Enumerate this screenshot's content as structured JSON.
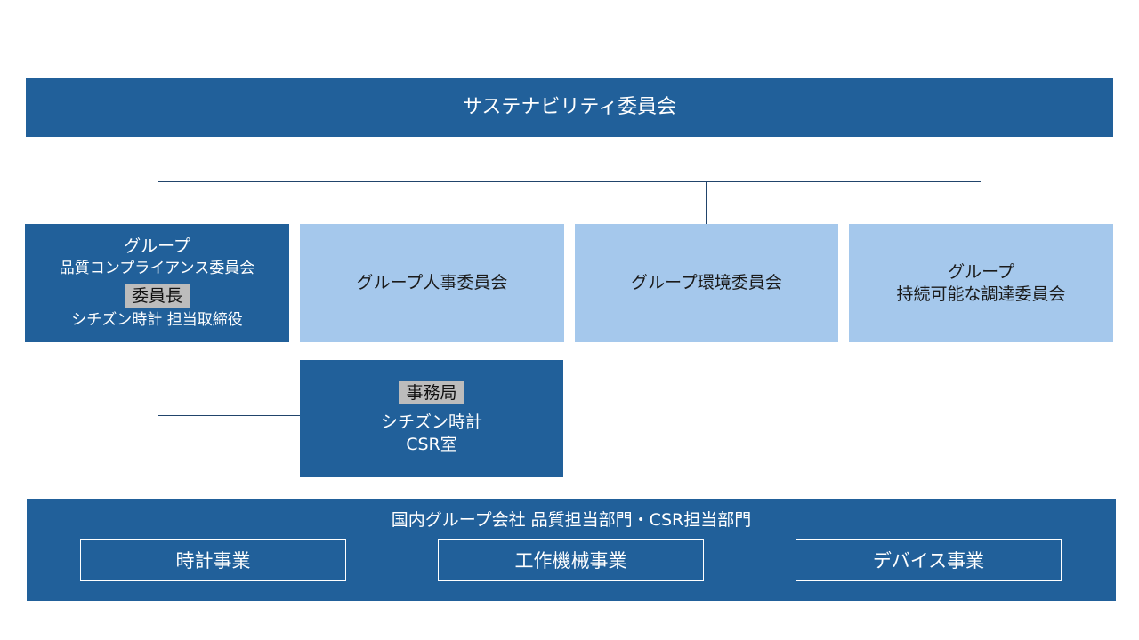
{
  "top": {
    "label": "サステナビリティ委員会"
  },
  "committees": [
    {
      "line1": "グループ",
      "line2": "品質コンプライアンス委員会",
      "badge": "委員長",
      "chair": "シチズン時計 担当取締役"
    },
    {
      "label": "グループ人事委員会"
    },
    {
      "label": "グループ環境委員会"
    },
    {
      "line1": "グループ",
      "line2": "持続可能な調達委員会"
    }
  ],
  "secretariat": {
    "badge": "事務局",
    "line1": "シチズン時計",
    "line2": "CSR室"
  },
  "bottom": {
    "title": "国内グループ会社 品質担当部門・CSR担当部門",
    "units": [
      "時計事業",
      "工作機械事業",
      "デバイス事業"
    ]
  },
  "colors": {
    "dark": "#21609a",
    "light": "#a5c8ec",
    "badge": "#bcbcbc",
    "line": "#21446b"
  }
}
